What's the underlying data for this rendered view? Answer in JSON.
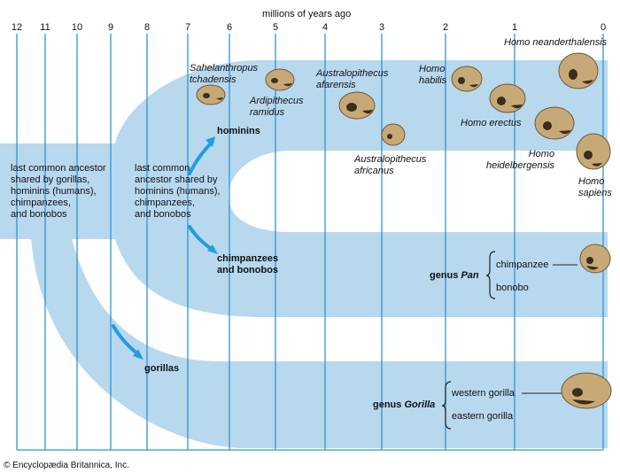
{
  "axis": {
    "title": "millions of years ago",
    "ticks": [
      "12",
      "11",
      "10",
      "9",
      "8",
      "7",
      "6",
      "5",
      "4",
      "3",
      "2",
      "1",
      "0"
    ]
  },
  "ancestors": {
    "all": "last common ancestor\nshared by gorillas,\nhominins (humans),\nchimpanzees,\nand bonobos",
    "hominin_chimp": "last common\nancestor shared by\nhominins (humans),\nchimpanzees,\nand bonobos"
  },
  "branches": {
    "hominins": "hominins",
    "chimps": "chimpanzees\nand bonobos",
    "gorillas": "gorillas"
  },
  "species": {
    "sahelanthropus": "Sahelanthropus\ntchadensis",
    "ardipithecus": "Ardipithecus\nramidus",
    "afarensis": "Australopithecus\nafarensis",
    "africanus": "Australopithecus\nafricanus",
    "habilis": "Homo\nhabilis",
    "erectus": "Homo erectus",
    "heidelbergensis": "Homo\nheidelbergensis",
    "neanderthalensis": "Homo neanderthalensis",
    "sapiens": "Homo\nsapiens"
  },
  "genera": {
    "pan": {
      "prefix": "genus ",
      "name": "Pan",
      "members": [
        "chimpanzee",
        "bonobo"
      ]
    },
    "gorilla": {
      "prefix": "genus ",
      "name": "Gorilla",
      "members": [
        "western gorilla",
        "eastern gorilla"
      ]
    }
  },
  "credit": "© Encyclopædia Britannica, Inc.",
  "colors": {
    "band": "#b8d8ee",
    "line": "#2f95d4",
    "arrow": "#1f9ee0",
    "skull": "#c7a877"
  }
}
